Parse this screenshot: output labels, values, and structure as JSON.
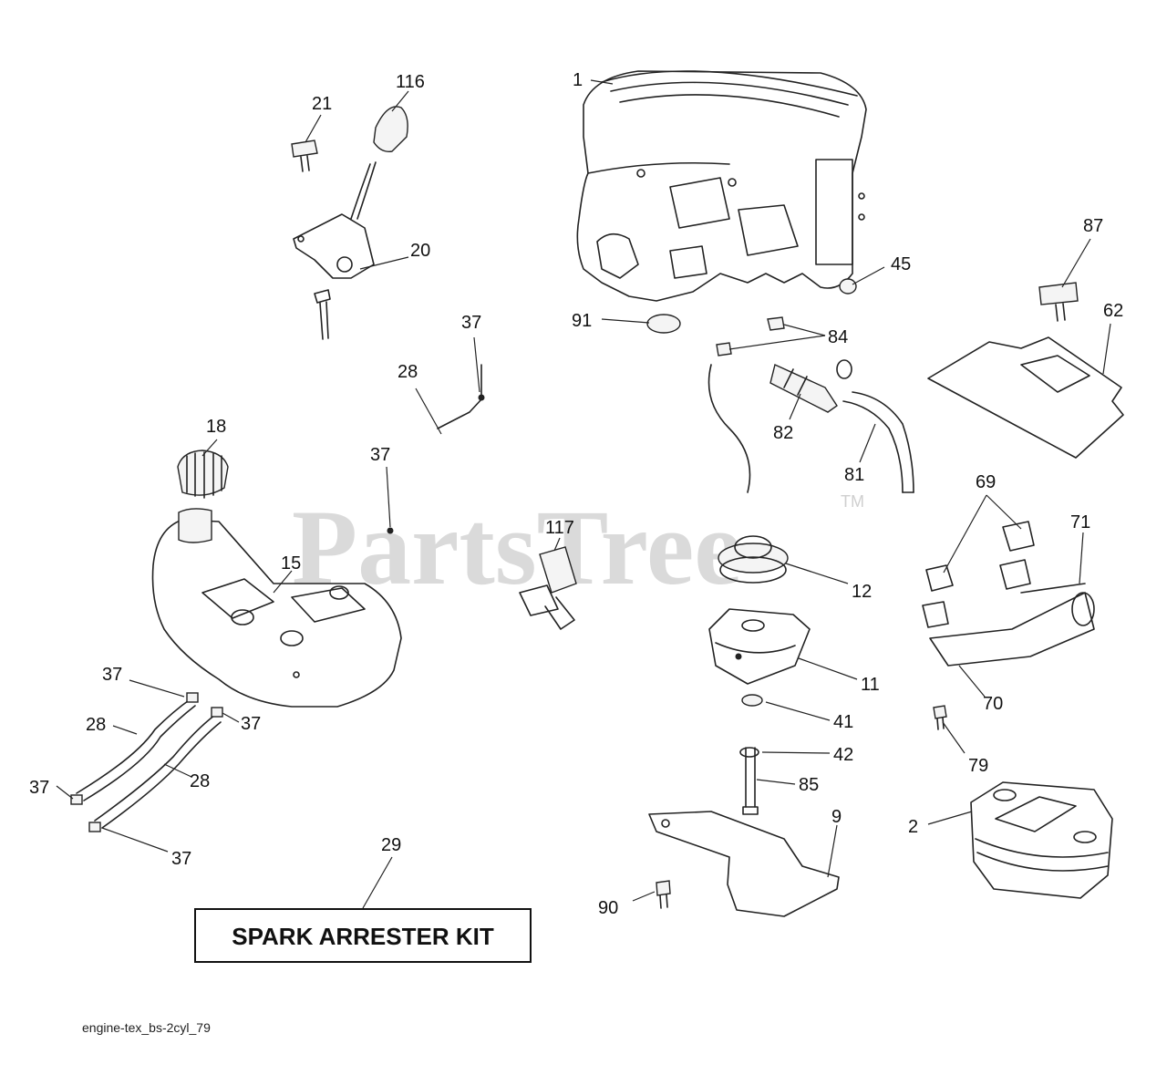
{
  "watermark": {
    "brand": "PartsTree",
    "trademark": "TM"
  },
  "diagram_id": "engine-tex_bs-2cyl_79",
  "kit_label": "SPARK ARRESTER KIT",
  "callouts": {
    "c1": "1",
    "c2": "2",
    "c9": "9",
    "c11": "11",
    "c12": "12",
    "c15": "15",
    "c18": "18",
    "c20": "20",
    "c21": "21",
    "c28a": "28",
    "c28b": "28",
    "c28c": "28",
    "c29": "29",
    "c37a": "37",
    "c37b": "37",
    "c37c": "37",
    "c37d": "37",
    "c37e": "37",
    "c37f": "37",
    "c41": "41",
    "c42": "42",
    "c45": "45",
    "c62": "62",
    "c69": "69",
    "c70": "70",
    "c71": "71",
    "c79": "79",
    "c81": "81",
    "c82": "82",
    "c84": "84",
    "c85": "85",
    "c87": "87",
    "c90": "90",
    "c91": "91",
    "c116": "116",
    "c117": "117"
  }
}
